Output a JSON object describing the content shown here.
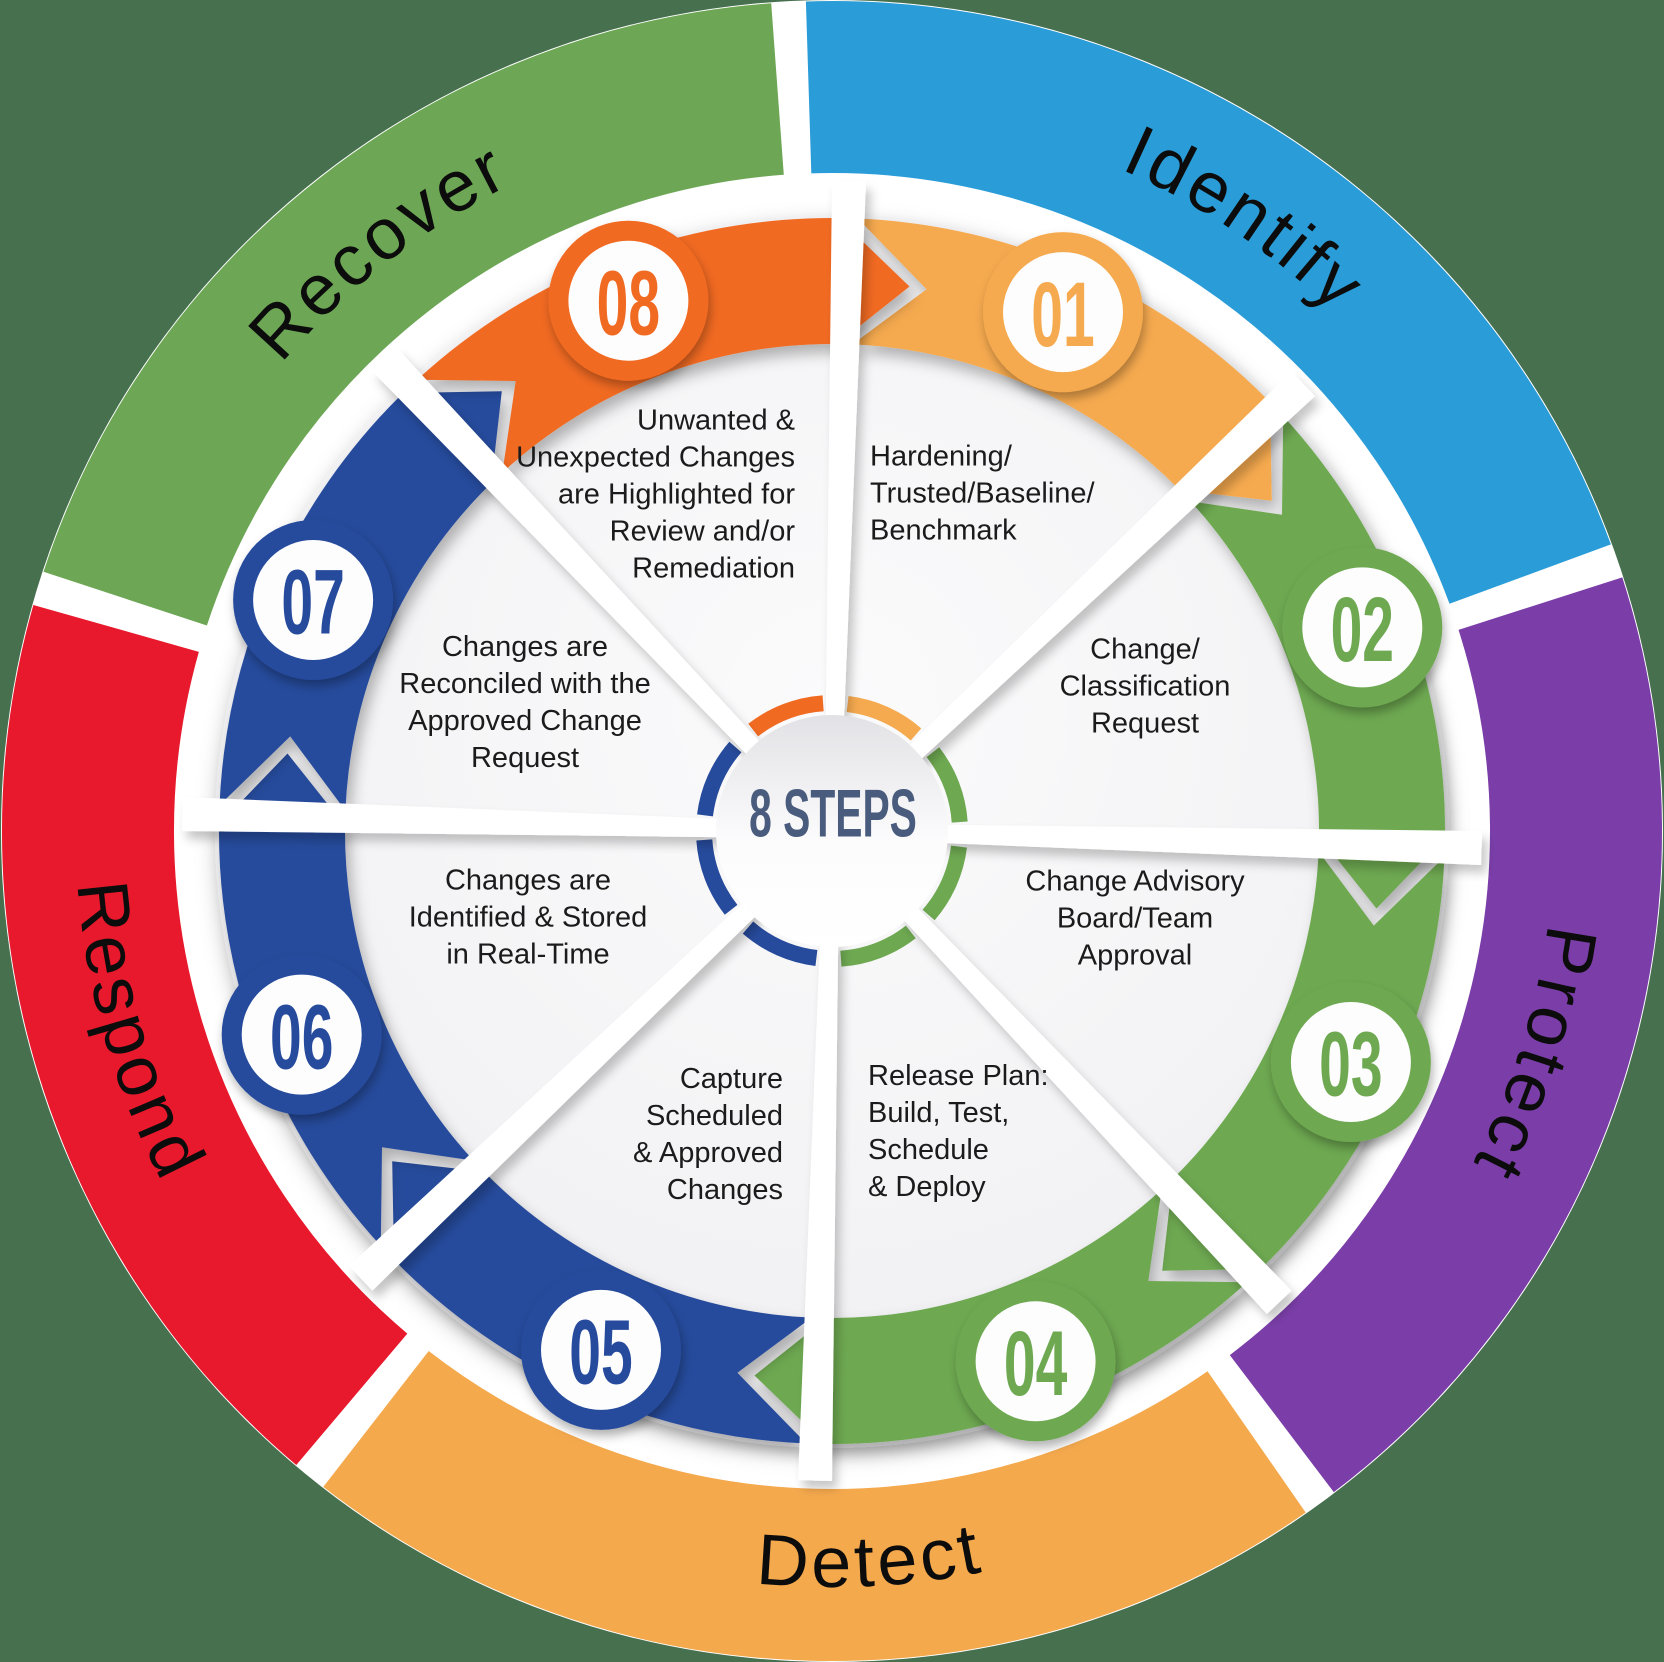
{
  "title": "8 STEPS",
  "title_color": "#4A5C7E",
  "background_color": "#47704F",
  "outer_ring": {
    "label_color": "#0c0c0c",
    "segments": [
      {
        "label": "Identify",
        "color": "#2A9CD8",
        "arc_start": 93,
        "arc_end": 19,
        "label_angle": 56,
        "label_flow": "cw"
      },
      {
        "label": "Protect",
        "color": "#7B3EA9",
        "arc_start": 19,
        "arc_end": -54,
        "label_angle": -17.5,
        "label_flow": "cw"
      },
      {
        "label": "Detect",
        "color": "#F5A94D",
        "arc_start": -54,
        "arc_end": -129,
        "label_angle": -87,
        "label_flow": "ccw"
      },
      {
        "label": "Respond",
        "color": "#E8192C",
        "arc_start": -129,
        "arc_end": -197,
        "label_angle": -164,
        "label_flow": "ccw"
      },
      {
        "label": "Recover",
        "color": "#6DA755",
        "arc_start": -197,
        "arc_end": -267,
        "label_angle": -232,
        "label_flow": "cw"
      }
    ]
  },
  "steps": [
    {
      "number": "01",
      "color": "#F6AA4F",
      "description": "Hardening/\nTrusted/Baseline/\nBenchmark"
    },
    {
      "number": "02",
      "color": "#6EA951",
      "description": "Change/\nClassification\nRequest"
    },
    {
      "number": "03",
      "color": "#6EA951",
      "description": "Change Advisory\nBoard/Team\nApproval"
    },
    {
      "number": "04",
      "color": "#6EA951",
      "description": "Release Plan:\nBuild, Test,\nSchedule\n& Deploy"
    },
    {
      "number": "05",
      "color": "#274B9C",
      "description": "Capture\nScheduled\n& Approved\nChanges"
    },
    {
      "number": "06",
      "color": "#274B9C",
      "description": "Changes are\nIdentified & Stored\nin Real-Time"
    },
    {
      "number": "07",
      "color": "#274B9C",
      "description": "Changes are\nReconciled with the\nApproved Change\nRequest"
    },
    {
      "number": "08",
      "color": "#F16A22",
      "description": "Unwanted &\nUnexpected Changes\nare Highlighted for\nReview and/or\nRemediation"
    }
  ]
}
